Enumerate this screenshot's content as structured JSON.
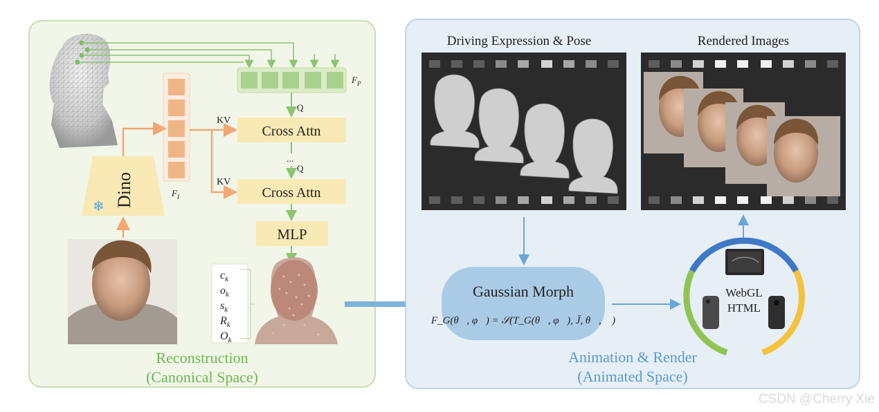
{
  "left_panel": {
    "caption_line1": "Reconstruction",
    "caption_line2": "(Canonical Space)",
    "feature_p_label": "F",
    "feature_p_sub": "P",
    "feature_i_label": "F",
    "feature_i_sub": "I",
    "dino_label": "Dino",
    "snowflake_glyph": "❄",
    "q_label_1": "Q",
    "q_label_2": "Q",
    "kv_label_1": "KV",
    "kv_label_2": "KV",
    "ellipsis": "...",
    "cross_attn_1": "Cross Attn",
    "cross_attn_2": "Cross Attn",
    "mlp_label": "MLP",
    "attributes": [
      {
        "base": "c",
        "sub": "k"
      },
      {
        "base": "o",
        "sub": "k"
      },
      {
        "base": "s",
        "sub": "k"
      },
      {
        "base": "R",
        "sub": "k"
      },
      {
        "base": "O",
        "sub": "k"
      }
    ]
  },
  "right_panel": {
    "caption_line1": "Animation & Render",
    "caption_line2": "(Animated Space)",
    "driving_title": "Driving Expression & Pose",
    "rendered_title": "Rendered Images",
    "morph_title": "Gaussian Morph",
    "morph_formula": "F_G(θ⃗, φ⃗) = 𝒮(T_G(θ⃗, φ⃗), J̄, θ⃗, 𝒲)",
    "device_line1": "WebGL",
    "device_line2": "HTML"
  },
  "watermark": "CSDN @Cherry Xie",
  "colors": {
    "left_panel_fill": "#f1f6e8",
    "left_panel_stroke": "#b6d69a",
    "right_panel_fill": "#e6eff6",
    "right_panel_stroke": "#a9c9e2",
    "green_accent": "#6cb752",
    "blue_accent": "#5c9ad0",
    "orange_arrow": "#f2a773",
    "feature_orange": "#efb587",
    "attn_fill": "#f9e9b4",
    "query_green": "#a7d18c",
    "morph_fill": "#a9cbe6",
    "ring_blue": "#3f78c4",
    "ring_yellow": "#f4c23c",
    "ring_green": "#8fc454"
  },
  "icons": [
    "head-mesh-icon",
    "snowflake-icon",
    "face-photo-icon",
    "point-cloud-icon",
    "film-strip-icon",
    "laptop-icon",
    "phone-icon"
  ]
}
